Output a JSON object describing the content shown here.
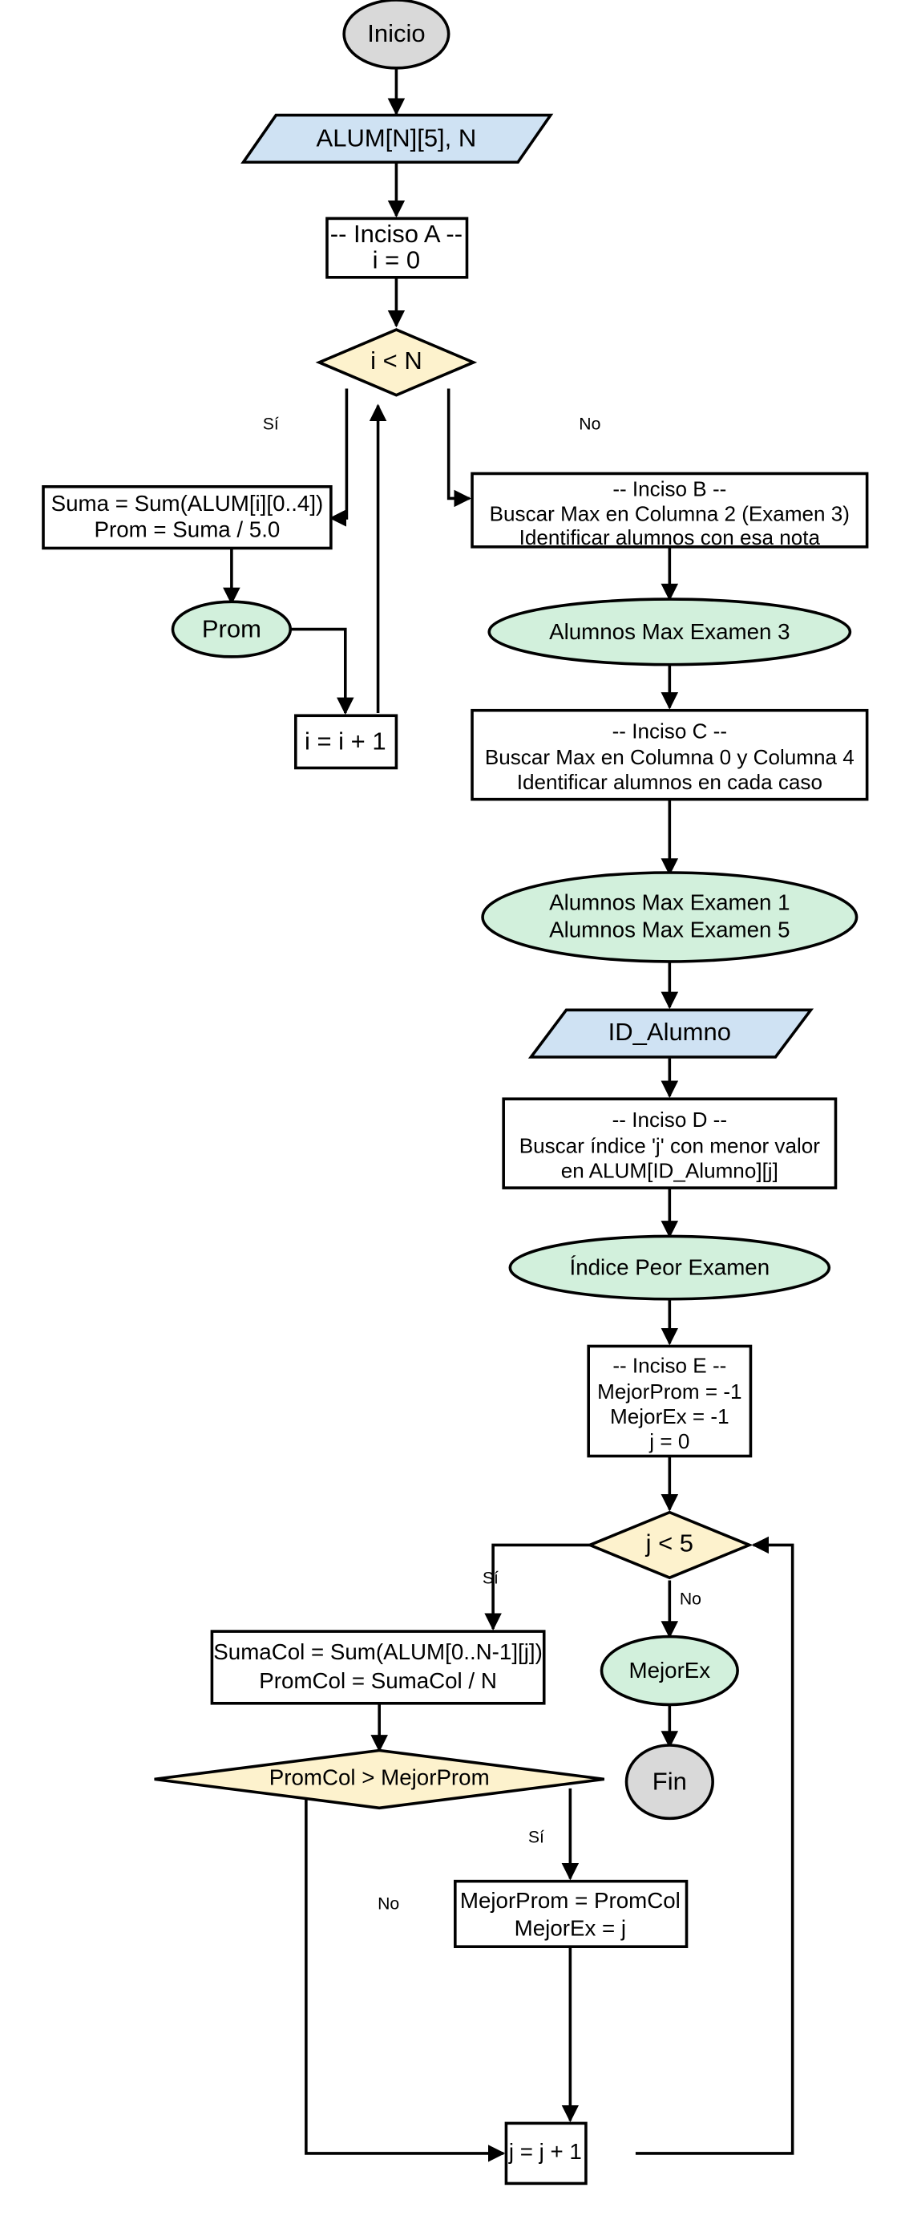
{
  "diagram": {
    "title": "Diagrama de flujo - Procesamiento de notas de alumnos",
    "language": "es",
    "colors": {
      "terminator_fill": "#d9d9d9",
      "io_fill": "#cfe2f3",
      "process_fill": "#ffffff",
      "decision_fill": "#fdf2cd",
      "output_fill": "#d2f0dc",
      "stroke": "#000000",
      "background": "#ffffff"
    },
    "nodes": [
      {
        "id": "inicio",
        "type": "terminator",
        "label": "Inicio"
      },
      {
        "id": "entrada",
        "type": "io",
        "label": "ALUM[N][5], N"
      },
      {
        "id": "inciso_a",
        "type": "process",
        "lines": [
          "-- Inciso A --",
          "i = 0"
        ]
      },
      {
        "id": "dec_i_lt_n",
        "type": "decision",
        "label": "i < N"
      },
      {
        "id": "suma_prom",
        "type": "process",
        "lines": [
          "Suma = Sum(ALUM[i][0..4])",
          "Prom = Suma / 5.0"
        ]
      },
      {
        "id": "out_prom",
        "type": "output",
        "label": "Prom"
      },
      {
        "id": "i_inc",
        "type": "process",
        "label": "i = i + 1"
      },
      {
        "id": "inciso_b",
        "type": "process",
        "lines": [
          "-- Inciso B --",
          "Buscar Max en Columna 2 (Examen 3)",
          "Identificar alumnos con esa nota"
        ]
      },
      {
        "id": "out_max_ex3",
        "type": "output",
        "label": "Alumnos Max Examen 3"
      },
      {
        "id": "inciso_c",
        "type": "process",
        "lines": [
          "-- Inciso C --",
          "Buscar Max en Columna 0 y Columna 4",
          "Identificar alumnos en cada caso"
        ]
      },
      {
        "id": "out_max_ex15",
        "type": "output",
        "lines": [
          "Alumnos Max Examen 1",
          "Alumnos Max Examen 5"
        ]
      },
      {
        "id": "in_id_alumno",
        "type": "io",
        "label": "ID_Alumno"
      },
      {
        "id": "inciso_d",
        "type": "process",
        "lines": [
          "-- Inciso D --",
          "Buscar índice 'j' con menor valor",
          "en ALUM[ID_Alumno][j]"
        ]
      },
      {
        "id": "out_peor",
        "type": "output",
        "label": "Índice Peor Examen"
      },
      {
        "id": "inciso_e",
        "type": "process",
        "lines": [
          "-- Inciso E --",
          "MejorProm = -1",
          "MejorEx = -1",
          "j = 0"
        ]
      },
      {
        "id": "dec_j_lt_5",
        "type": "decision",
        "label": "j < 5"
      },
      {
        "id": "sumacol",
        "type": "process",
        "lines": [
          "SumaCol = Sum(ALUM[0..N-1][j])",
          "PromCol = SumaCol / N"
        ]
      },
      {
        "id": "dec_promcol",
        "type": "decision",
        "label": "PromCol > MejorProm"
      },
      {
        "id": "out_mejorex",
        "type": "output",
        "label": "MejorEx"
      },
      {
        "id": "fin",
        "type": "terminator",
        "label": "Fin"
      },
      {
        "id": "set_mejor",
        "type": "process",
        "lines": [
          "MejorProm = PromCol",
          "MejorEx = j"
        ]
      },
      {
        "id": "j_inc",
        "type": "process",
        "label": "j = j + 1"
      }
    ],
    "edge_labels": {
      "i_lt_n_yes": "Sí",
      "i_lt_n_no": "No",
      "j_lt_5_yes": "Sí",
      "j_lt_5_no": "No",
      "promcol_yes": "Sí",
      "promcol_no": "No"
    }
  }
}
